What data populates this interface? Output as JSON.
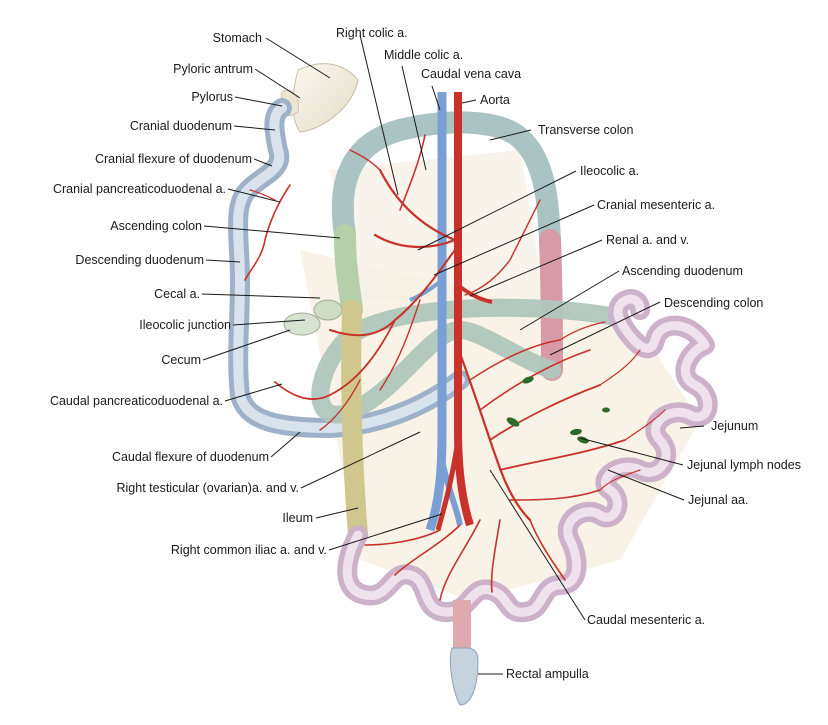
{
  "labels": {
    "stomach": "Stomach",
    "pyloric_antrum": "Pyloric antrum",
    "pylorus": "Pylorus",
    "cranial_duodenum": "Cranial duodenum",
    "cranial_flexure": "Cranial flexure of duodenum",
    "cranial_pd_artery": "Cranial pancreaticoduodenal a.",
    "ascending_colon": "Ascending colon",
    "descending_duodenum": "Descending duodenum",
    "cecal_artery": "Cecal a.",
    "ileocolic_junction": "Ileocolic junction",
    "cecum": "Cecum",
    "caudal_pd_artery": "Caudal pancreaticoduodenal a.",
    "caudal_flexure": "Caudal flexure of duodenum",
    "right_testicular": "Right testicular (ovarian)a. and v.",
    "ileum": "Ileum",
    "right_common_iliac": "Right common iliac a. and v.",
    "right_colic": "Right colic a.",
    "middle_colic": "Middle colic a.",
    "caudal_vena_cava": "Caudal vena cava",
    "aorta": "Aorta",
    "transverse_colon": "Transverse colon",
    "ileocolic_artery": "Ileocolic a.",
    "cranial_mesenteric": "Cranial mesenteric a.",
    "renal": "Renal a. and v.",
    "ascending_duodenum": "Ascending duodenum",
    "descending_colon": "Descending colon",
    "jejunum": "Jejunum",
    "jejunal_lymph_nodes": "Jejunal lymph nodes",
    "jejunal_arteries": "Jejunal aa.",
    "caudal_mesenteric": "Caudal mesenteric a.",
    "rectal_ampulla": "Rectal ampulla"
  },
  "colors": {
    "artery": "#c8322a",
    "vein": "#7a9fd4",
    "duodenum": "#c9d6e4",
    "colon_transverse": "#c6d9d8",
    "colon_ascending": "#c9dcc0",
    "colon_descending": "#e2b3bc",
    "small_intestine": "#e4cfe0",
    "ileum": "#dcd6a6",
    "stomach": "#efeadb",
    "mesentery": "#f6efe2",
    "lymph_node": "#2e6b2a",
    "leader_line": "#1a1a1a"
  }
}
